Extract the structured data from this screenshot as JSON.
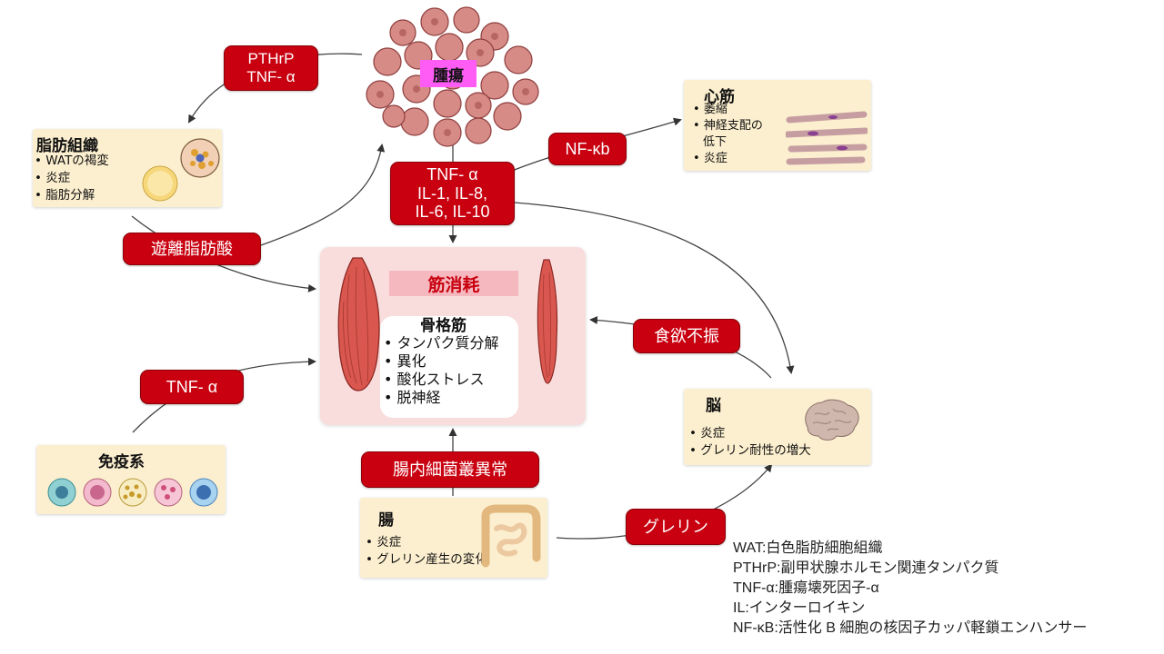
{
  "tumor": {
    "label": "腫瘍"
  },
  "labels": {
    "pthrp": [
      "PTHrP",
      "TNF- α"
    ],
    "cytokines": [
      "TNF- α",
      "IL-1, IL-8,",
      "IL-6, IL-10"
    ],
    "nfkb": "NF-κb",
    "ffa": "遊離脂肪酸",
    "tnf_immune": "TNF- α",
    "appetite": "食欲不振",
    "dysbiosis": "腸内細菌叢異常",
    "ghrelin": "グレリン"
  },
  "adipose": {
    "title": "脂肪組織",
    "items": [
      "WATの褐変",
      "炎症",
      "脂肪分解"
    ]
  },
  "heart": {
    "title": "心筋",
    "items": [
      "萎縮",
      "神経支配の",
      "低下",
      "炎症"
    ]
  },
  "immune": {
    "title": "免疫系"
  },
  "brain": {
    "title": "脳",
    "items": [
      "炎症",
      "グレリン耐性の増大"
    ]
  },
  "gut": {
    "title": "腸",
    "items": [
      "炎症",
      "グレリン産生の変化"
    ]
  },
  "muscle": {
    "wasting": "筋消耗",
    "title": "骨格筋",
    "items": [
      "タンパク質分解",
      "異化",
      "酸化ストレス",
      "脱神経"
    ]
  },
  "legend": [
    "WAT:白色脂肪細胞組織",
    "PTHrP:副甲状腺ホルモン関連タンパク質",
    "TNF-α:腫瘍壊死因子-α",
    "IL:インターロイキン",
    "NF-κB:活性化 B 細胞の核因子カッパ軽鎖エンハンサー"
  ],
  "colors": {
    "accent_red": "#c8000f",
    "card_bg": "#fcefcf",
    "muscle_panel": "#f9dddd",
    "tumor_label": "#ff5cf6",
    "wasting_label": "#f6b8bf"
  }
}
